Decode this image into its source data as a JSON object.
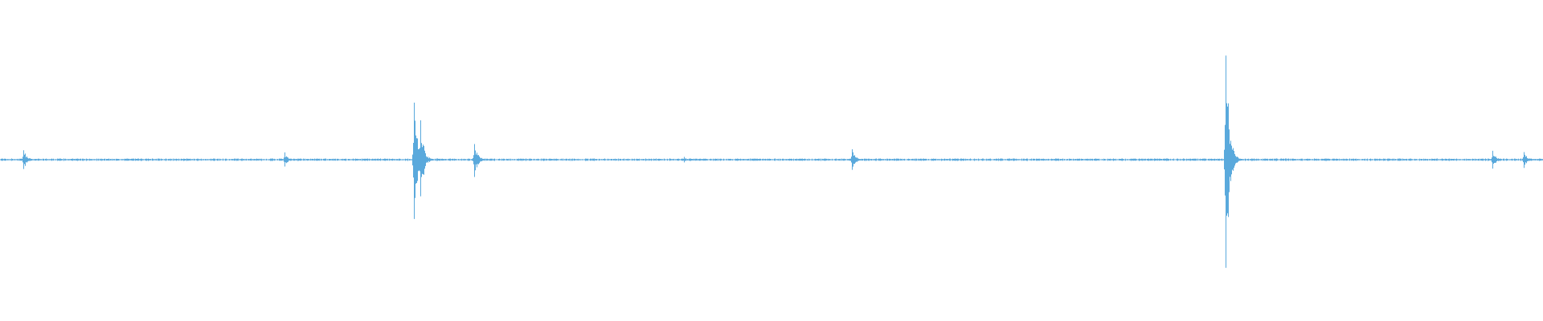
{
  "waveform": {
    "color": "#5aa9dc",
    "baseline_amplitude": 0.006,
    "transients": [
      {
        "position": 0.015,
        "amplitude": 0.07
      },
      {
        "position": 0.1842,
        "amplitude": 0.05
      },
      {
        "position": 0.2682,
        "amplitude": 0.44
      },
      {
        "position": 0.2724,
        "amplitude": 0.28
      },
      {
        "position": 0.3073,
        "amplitude": 0.12
      },
      {
        "position": 0.443,
        "amplitude": 0.02
      },
      {
        "position": 0.5523,
        "amplitude": 0.07
      },
      {
        "position": 0.7944,
        "amplitude": 0.81
      },
      {
        "position": 0.7958,
        "amplitude": 0.42
      },
      {
        "position": 0.967,
        "amplitude": 0.06
      },
      {
        "position": 0.9875,
        "amplitude": 0.06
      }
    ]
  }
}
